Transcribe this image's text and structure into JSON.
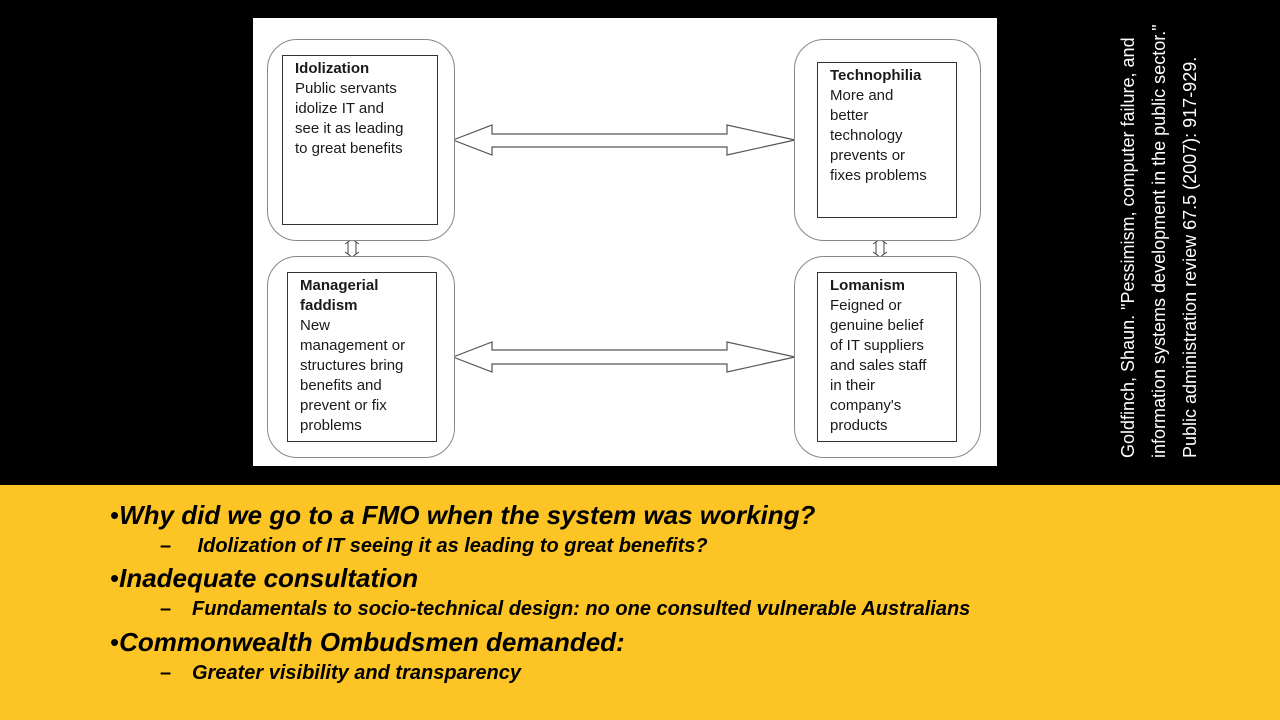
{
  "diagram": {
    "boxes": [
      {
        "id": "idolization",
        "title": "Idolization",
        "body": "Public servants\nidolize IT and\nsee it as leading\nto great benefits"
      },
      {
        "id": "technophilia",
        "title": "Technophilia",
        "body": "More and\nbetter\ntechnology\nprevents or\nfixes problems"
      },
      {
        "id": "managerial-faddism",
        "title": "Managerial\nfaddism",
        "body": "New\nmanagement or\nstructures bring\nbenefits and\nprevent or fix\nproblems"
      },
      {
        "id": "lomanism",
        "title": "Lomanism",
        "body": "Feigned or\ngenuine belief\nof IT suppliers\nand sales staff\nin their\ncompany's\nproducts"
      }
    ]
  },
  "citation": "Goldfinch, Shaun. \"Pessimism, computer failure, and information systems development in the public sector.\" Public administration review 67.5 (2007): 917-929.",
  "bullets": [
    {
      "marker": "•",
      "text": "Why did we go to a FMO when the system was working?",
      "sub": [
        {
          "marker": "–",
          "text": " Idolization of IT seeing it as leading to great benefits?"
        }
      ]
    },
    {
      "marker": "•",
      "text": "Inadequate consultation",
      "sub": [
        {
          "marker": "–",
          "text": "Fundamentals to socio-technical design: no one consulted vulnerable Australians"
        }
      ]
    },
    {
      "marker": "•",
      "text": "Commonwealth Ombudsmen demanded:",
      "sub": [
        {
          "marker": "–",
          "text": "Greater visibility and transparency"
        }
      ]
    }
  ],
  "colors": {
    "background_top": "#000000",
    "background_bottom": "#fcc425",
    "diagram_bg": "#ffffff",
    "citation_text": "#ffffff",
    "bullet_text": "#000000"
  }
}
